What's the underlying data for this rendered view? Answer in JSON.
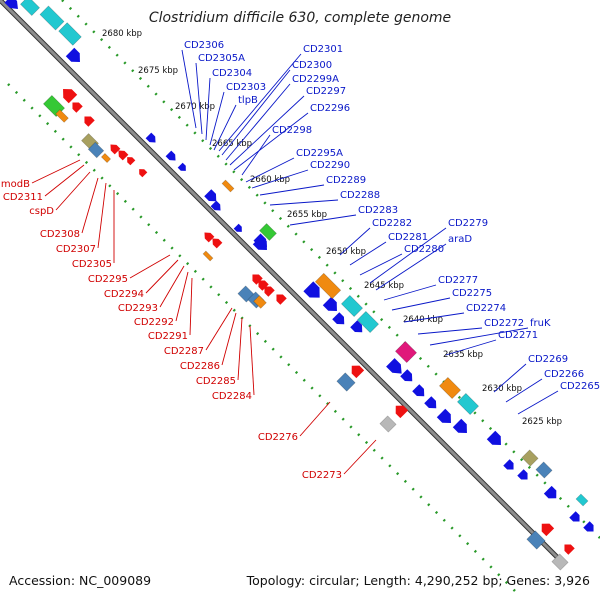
{
  "header": {
    "title": "Clostridium difficile 630, complete genome"
  },
  "footer": {
    "accession": "Accession: NC_009089",
    "topology": "Topology: circular; Length: 4,290,252 bp; Genes: 3,926"
  },
  "ticks": [
    "2680 kbp",
    "2675 kbp",
    "2670 kbp",
    "2665 kbp",
    "2660 kbp",
    "2655 kbp",
    "2650 kbp",
    "2645 kbp",
    "2640 kbp",
    "2635 kbp",
    "2630 kbp",
    "2625 kbp"
  ],
  "genes_forward": [
    "CD2306",
    "CD2305A",
    "CD2304",
    "CD2303",
    "tlpB",
    "CD2301",
    "CD2300",
    "CD2299A",
    "CD2297",
    "CD2296",
    "CD2298",
    "CD2295A",
    "CD2290",
    "CD2289",
    "CD2288",
    "CD2283",
    "CD2282",
    "CD2281",
    "CD2280",
    "CD2279",
    "araD",
    "CD2277",
    "CD2275",
    "CD2274",
    "CD2272",
    "fruK",
    "CD2271",
    "CD2269",
    "CD2266",
    "CD2265"
  ],
  "genes_reverse": [
    "modB",
    "CD2311",
    "cspD",
    "CD2308",
    "CD2307",
    "CD2305",
    "CD2295",
    "CD2294",
    "CD2293",
    "CD2292",
    "CD2291",
    "CD2287",
    "CD2286",
    "CD2285",
    "CD2284",
    "CD2276",
    "CD2273"
  ],
  "colors": {
    "backbone": "#8c8c8c",
    "tick_dots": "#2a9a2a",
    "forward_label": "#0a18c8",
    "reverse_label": "#d00000",
    "forward_gene": "#1010e0",
    "reverse_gene": "#ee1111",
    "cyan_feature": "#22c8d0",
    "green_feature": "#35c835",
    "orange_feature": "#f08a10",
    "magenta_feature": "#e0187a",
    "steelblue_feature": "#4a82b8",
    "gray_feature": "#b8b8b8",
    "olive_feature": "#a8a060"
  }
}
